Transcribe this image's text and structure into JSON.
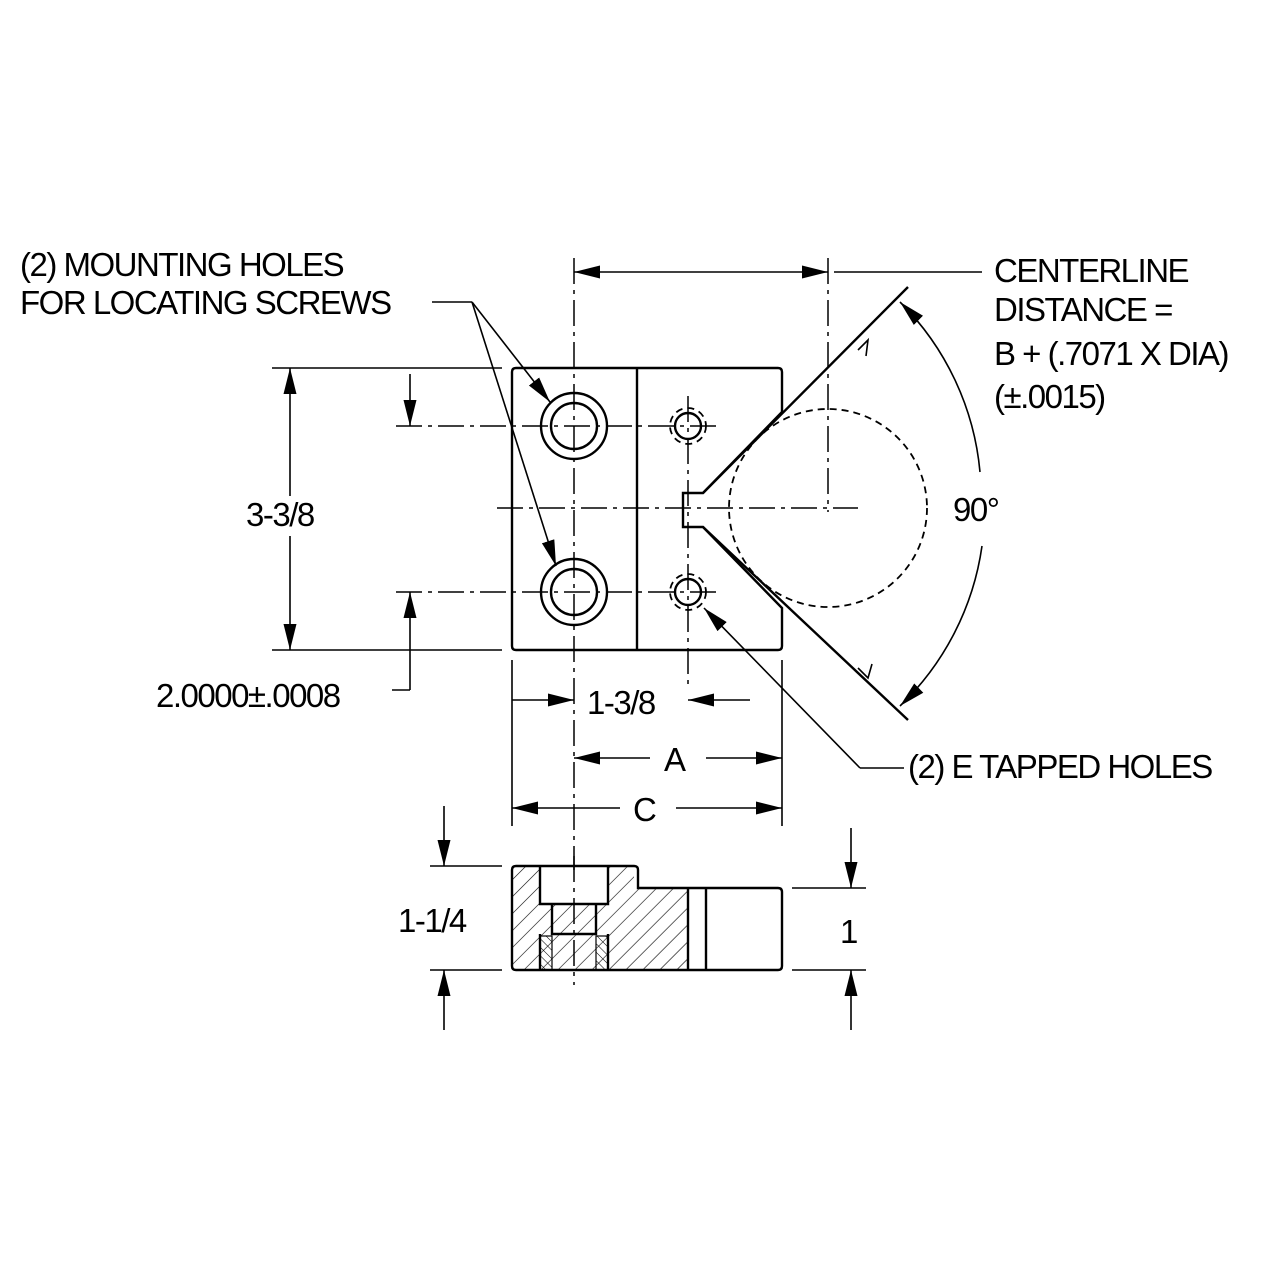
{
  "labels": {
    "mounting_holes_line1": "(2) MOUNTING HOLES",
    "mounting_holes_line2": "FOR LOCATING SCREWS",
    "centerline_line1": "CENTERLINE",
    "centerline_line2": "DISTANCE =",
    "centerline_line3": "B + (.7071 X DIA)",
    "centerline_line4": "(±.0015)",
    "height_dim": "3-3/8",
    "angle": "90°",
    "hole_spacing": "2.0000±.0008",
    "mid_spacing": "1-3/8",
    "dim_a": "A",
    "dim_c": "C",
    "tapped_holes": "(2) E TAPPED HOLES",
    "thickness_total": "1-1/4",
    "thickness_step": "1"
  },
  "colors": {
    "line": "#000000",
    "background": "#ffffff"
  }
}
